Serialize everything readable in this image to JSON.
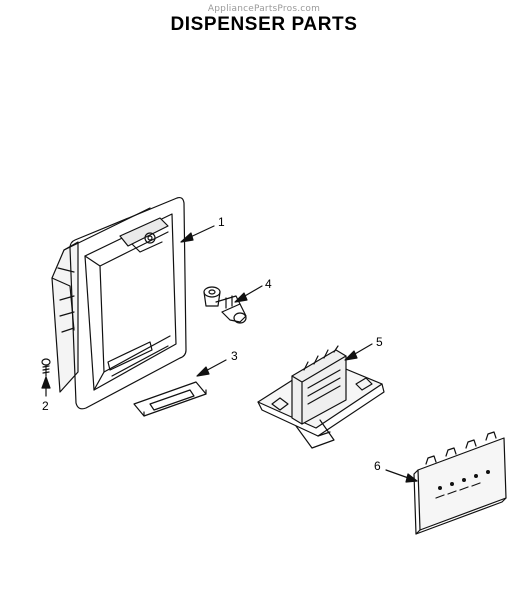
{
  "watermark": "AppliancePartsPros.com",
  "title": "DISPENSER PARTS",
  "callouts": [
    {
      "label": "1"
    },
    {
      "label": "2"
    },
    {
      "label": "3"
    },
    {
      "label": "4"
    },
    {
      "label": "5"
    },
    {
      "label": "6"
    }
  ]
}
